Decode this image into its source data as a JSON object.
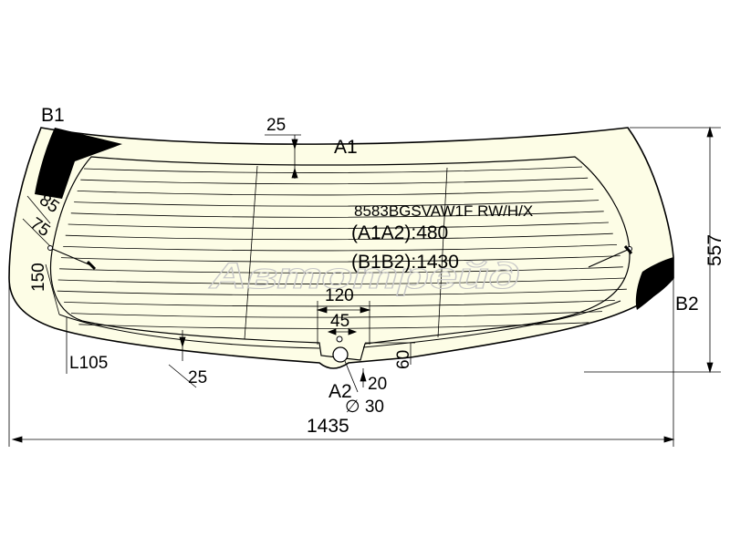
{
  "part_code": "8583BGSVAW1F RW/H/X",
  "spec_a": "(A1A2):480",
  "spec_b": "(B1B2):1430",
  "watermark": "Автотрейд",
  "points": {
    "a1": "A1",
    "a2": "A2",
    "b1": "B1",
    "b2": "B2"
  },
  "dimensions": {
    "overall_width": "1435",
    "overall_height": "557",
    "top_margin": "25",
    "bottom_margin": "25",
    "left_85": "85",
    "left_75": "75",
    "left_150": "150",
    "left_l105": "L105",
    "notch_width_outer": "120",
    "notch_width_inner": "45",
    "notch_height": "60",
    "notch_offset": "20",
    "hole_diameter": "∅ 30"
  }
}
